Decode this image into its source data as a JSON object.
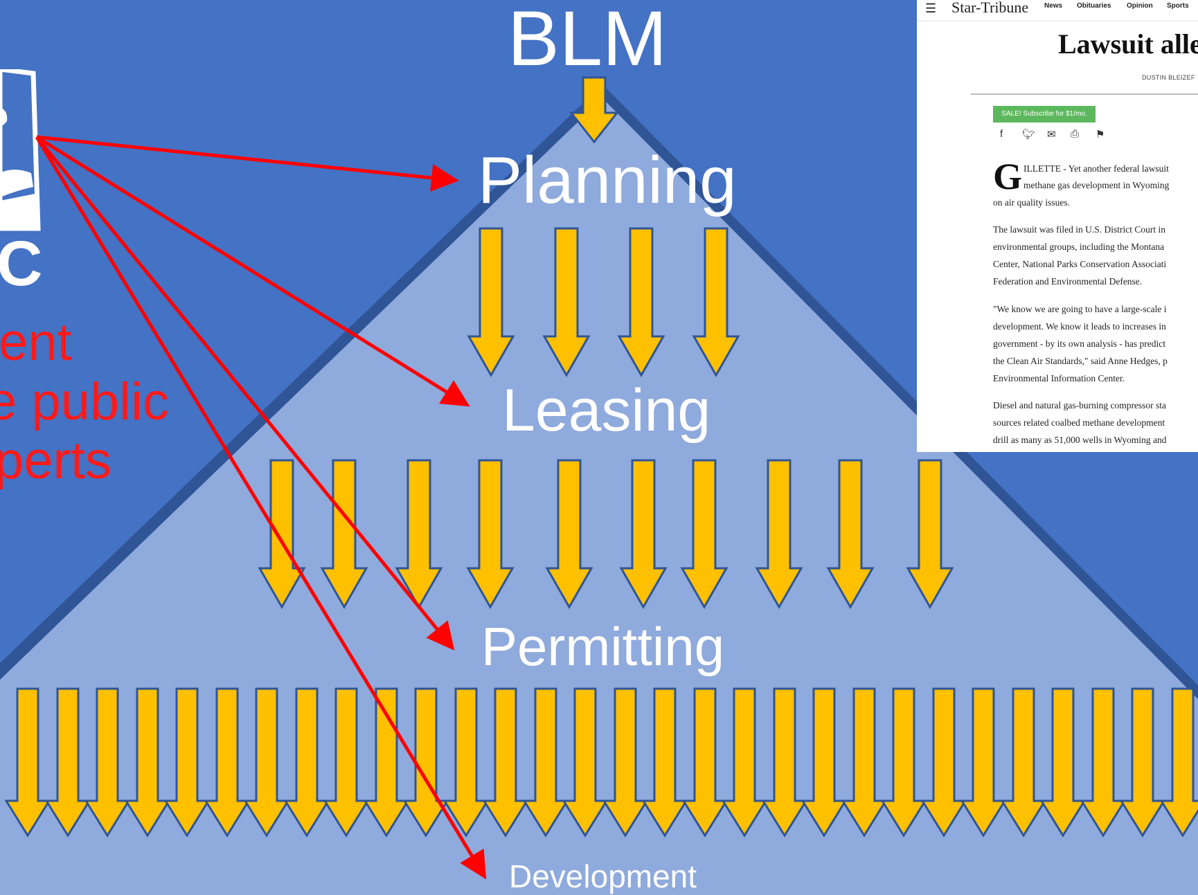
{
  "diagram": {
    "title": "BLM",
    "levels": [
      "Planning",
      "Leasing",
      "Permitting",
      "Development"
    ],
    "org_letter": "C",
    "left_text_lines": [
      "ent",
      "e public",
      "perts"
    ],
    "colors": {
      "background": "#4472c4",
      "pyramid_fill": "#8faadc",
      "pyramid_edge": "#2f5597",
      "arrow_fill": "#ffc000",
      "arrow_stroke": "#2f5597",
      "connector": "#ff0000",
      "label": "#ffffff"
    }
  },
  "article": {
    "menu_icon": "hamburger-icon",
    "masthead": "Star-Tribune",
    "nav": [
      "News",
      "Obituaries",
      "Opinion",
      "Sports"
    ],
    "headline": "Lawsuit alle",
    "byline": "DUSTIN BLEIZEF",
    "subscribe_label": "SALE! Subscribe for $1/mo.",
    "share_icons": [
      "facebook-icon",
      "twitter-icon",
      "email-icon",
      "print-icon",
      "bookmark-icon"
    ],
    "dropcap": "G",
    "para1": [
      "ILLETTE - Yet another federal lawsuit",
      "methane gas development in Wyoming",
      "on air quality issues."
    ],
    "para2": [
      "The lawsuit was filed in U.S. District Court in",
      "environmental groups, including the Montana",
      "Center, National Parks Conservation Associati",
      "Federation and Environmental Defense."
    ],
    "para3": [
      "\"We know we are going to have a large-scale i",
      "development. We know it leads to increases in",
      "government - by its own analysis - has predict",
      "the Clean Air Standards,\" said Anne Hedges, p",
      "Environmental Information Center."
    ],
    "para4": [
      "Diesel and natural gas-burning compressor sta",
      "sources related coalbed methane development",
      "drill as many as 51,000 wells in Wyoming and"
    ]
  }
}
